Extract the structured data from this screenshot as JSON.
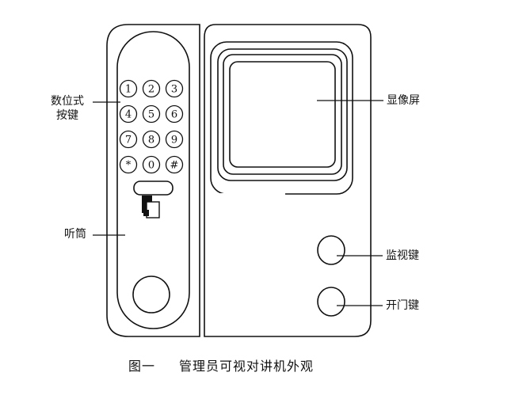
{
  "keypad": {
    "keys": [
      "1",
      "2",
      "3",
      "4",
      "5",
      "6",
      "7",
      "8",
      "9",
      "*",
      "0",
      "#"
    ]
  },
  "labels": {
    "keypad": [
      "数位式",
      "按键"
    ],
    "handset": "听筒",
    "screen": "显像屏",
    "monitor_key": "监视键",
    "door_key": "开门键"
  },
  "caption": {
    "figure_number": "图一",
    "title": "管理员可视对讲机外观"
  },
  "colors": {
    "line": "#111111",
    "background": "#ffffff"
  }
}
